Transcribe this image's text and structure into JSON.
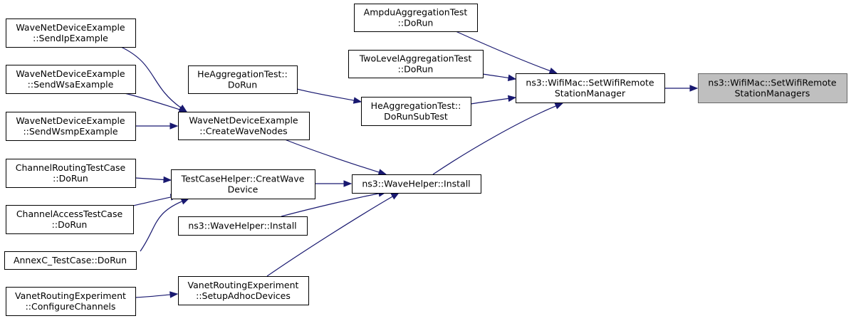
{
  "nodes": [
    {
      "id": "root",
      "lines": [
        "ns3::WifiMac::SetWifiRemote",
        "StationManagers"
      ],
      "highlight": true
    },
    {
      "id": "setwifi",
      "lines": [
        "ns3::WifiMac::SetWifiRemote",
        "StationManager"
      ]
    },
    {
      "id": "ampdu",
      "lines": [
        "AmpduAggregationTest",
        "::DoRun"
      ]
    },
    {
      "id": "twolevel",
      "lines": [
        "TwoLevelAggregationTest",
        "::DoRun"
      ]
    },
    {
      "id": "hesub",
      "lines": [
        "HeAggregationTest::",
        "DoRunSubTest"
      ]
    },
    {
      "id": "herun",
      "lines": [
        "HeAggregationTest::",
        "DoRun"
      ]
    },
    {
      "id": "install1",
      "lines": [
        "ns3::WaveHelper::Install"
      ]
    },
    {
      "id": "install2",
      "lines": [
        "ns3::WaveHelper::Install"
      ]
    },
    {
      "id": "createnodes",
      "lines": [
        "WaveNetDeviceExample",
        "::CreateWaveNodes"
      ]
    },
    {
      "id": "sendip",
      "lines": [
        "WaveNetDeviceExample",
        "::SendIpExample"
      ]
    },
    {
      "id": "sendwsa",
      "lines": [
        "WaveNetDeviceExample",
        "::SendWsaExample"
      ]
    },
    {
      "id": "sendwsmp",
      "lines": [
        "WaveNetDeviceExample",
        "::SendWsmpExample"
      ]
    },
    {
      "id": "creatdev",
      "lines": [
        "TestCaseHelper::CreatWave",
        "Device"
      ]
    },
    {
      "id": "chrouting",
      "lines": [
        "ChannelRoutingTestCase",
        "::DoRun"
      ]
    },
    {
      "id": "chaccess",
      "lines": [
        "ChannelAccessTestCase",
        "::DoRun"
      ]
    },
    {
      "id": "annexc",
      "lines": [
        "AnnexC_TestCase::DoRun"
      ]
    },
    {
      "id": "adhoc",
      "lines": [
        "VanetRoutingExperiment",
        "::SetupAdhocDevices"
      ]
    },
    {
      "id": "configch",
      "lines": [
        "VanetRoutingExperiment",
        "::ConfigureChannels"
      ]
    }
  ],
  "edges": [
    {
      "from": "setwifi",
      "to": "root"
    },
    {
      "from": "ampdu",
      "to": "setwifi"
    },
    {
      "from": "twolevel",
      "to": "setwifi"
    },
    {
      "from": "hesub",
      "to": "setwifi"
    },
    {
      "from": "install1",
      "to": "setwifi"
    },
    {
      "from": "herun",
      "to": "hesub"
    },
    {
      "from": "createnodes",
      "to": "install1"
    },
    {
      "from": "creatdev",
      "to": "install1"
    },
    {
      "from": "install2",
      "to": "install1"
    },
    {
      "from": "adhoc",
      "to": "install1"
    },
    {
      "from": "sendip",
      "to": "createnodes"
    },
    {
      "from": "sendwsa",
      "to": "createnodes"
    },
    {
      "from": "sendwsmp",
      "to": "createnodes"
    },
    {
      "from": "chrouting",
      "to": "creatdev"
    },
    {
      "from": "chaccess",
      "to": "creatdev"
    },
    {
      "from": "annexc",
      "to": "creatdev"
    },
    {
      "from": "configch",
      "to": "adhoc"
    }
  ],
  "colors": {
    "edge": "#191970",
    "node_border": "#000000",
    "highlight_fill": "#bfbfbf",
    "highlight_border": "#666666"
  }
}
